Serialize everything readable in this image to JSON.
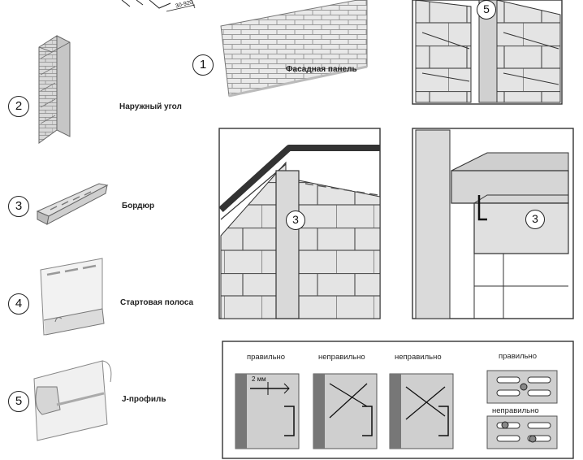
{
  "components": [
    {
      "num": "1",
      "label": "Фасадная панель"
    },
    {
      "num": "2",
      "label": "Наружный угол"
    },
    {
      "num": "3",
      "label": "Бордюр"
    },
    {
      "num": "4",
      "label": "Стартовая полоса"
    },
    {
      "num": "5",
      "label": "J-профиль"
    }
  ],
  "panel_dims": "30-920",
  "details": {
    "top_right_marker": "5",
    "corner_marker": "3",
    "edge_marker": "3"
  },
  "fastening": {
    "gap_label": "2 мм",
    "captions": [
      "правильно",
      "неправильно",
      "неправильно"
    ],
    "slot_correct": "правильно",
    "slot_wrong": "неправильно"
  }
}
